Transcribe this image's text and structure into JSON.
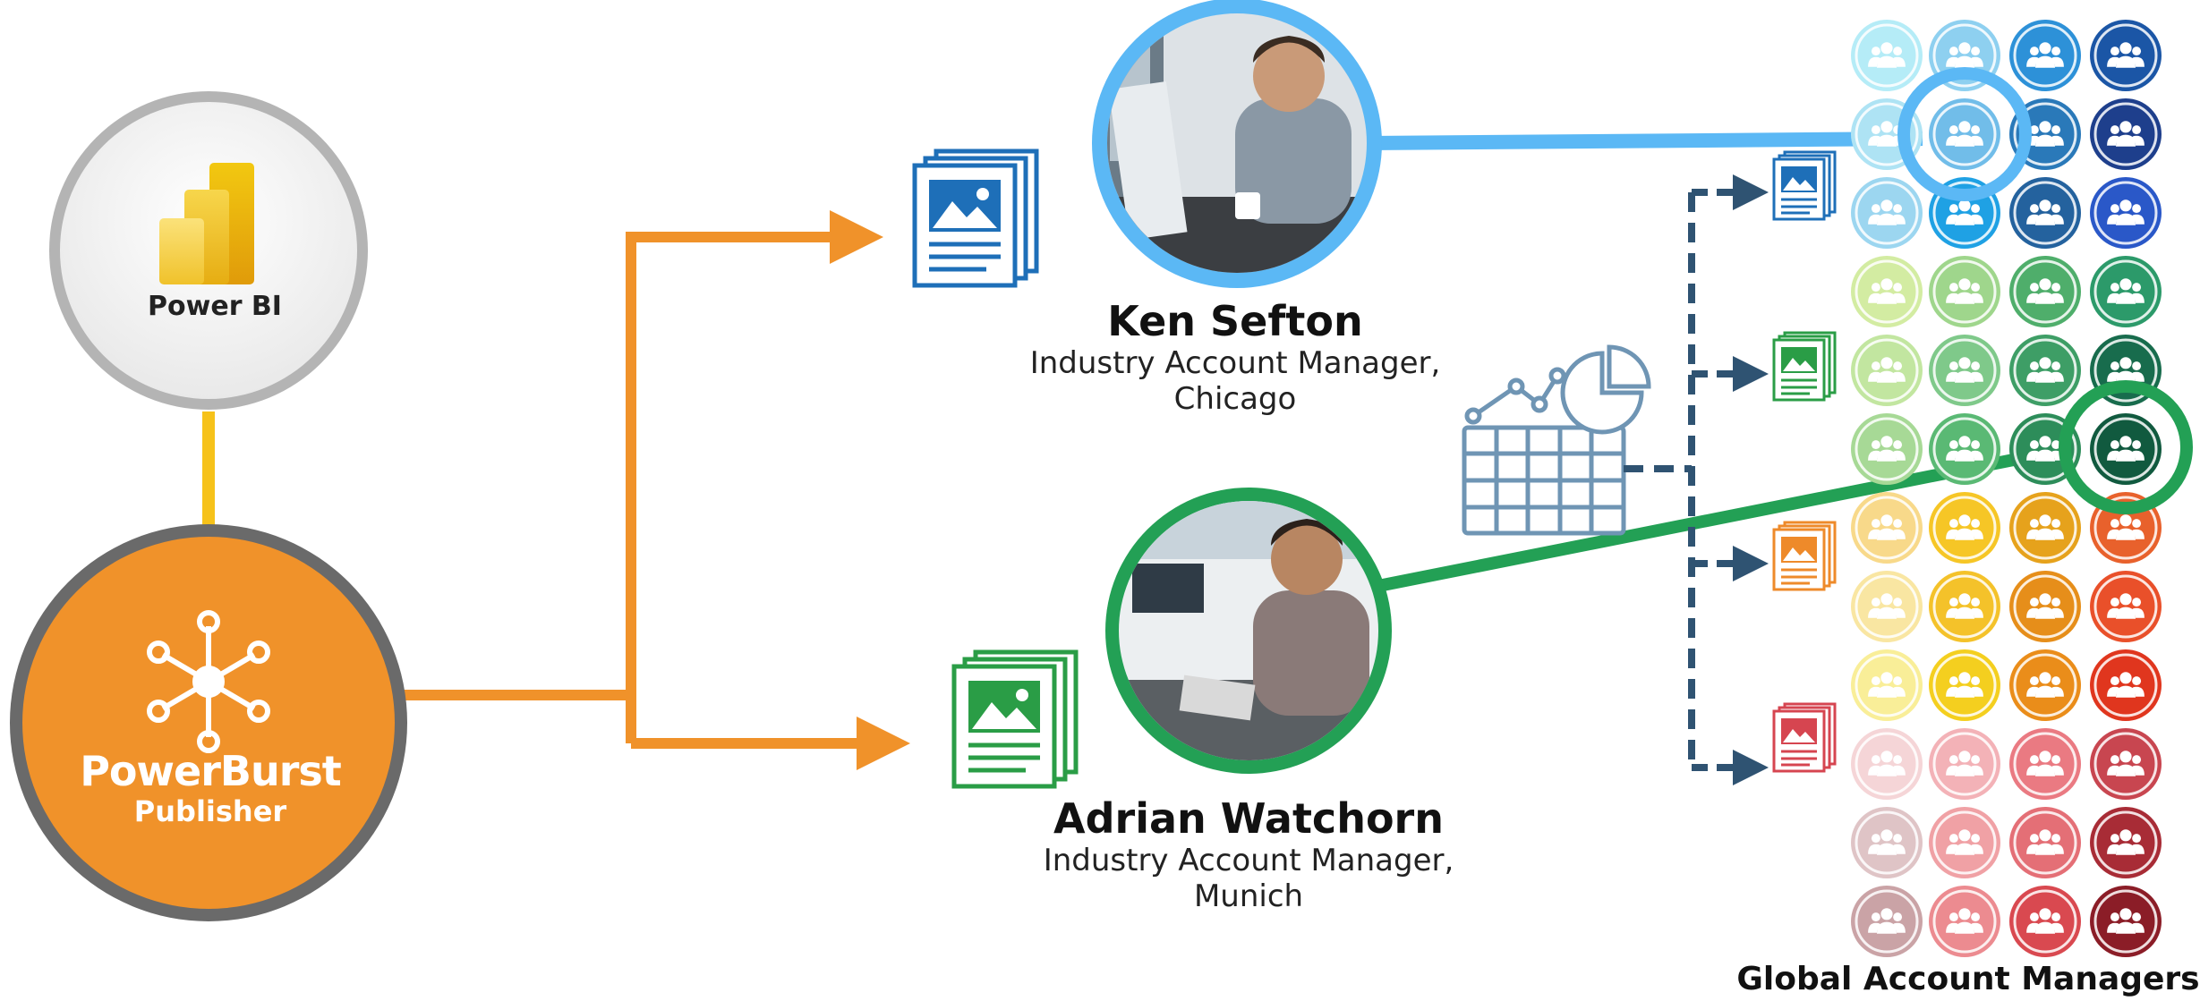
{
  "power_bi": {
    "label": "Power BI"
  },
  "publisher": {
    "title": "PowerBurst",
    "subtitle": "Publisher"
  },
  "people": [
    {
      "name": "Ken Sefton",
      "role_line1": "Industry Account Manager,",
      "role_line2": "Chicago",
      "color": "#5bb8f5"
    },
    {
      "name": "Adrian Watchorn",
      "role_line1": "Industry Account Manager,",
      "role_line2": "Munich",
      "color": "#23a055"
    }
  ],
  "grid": {
    "label": "Global Account Managers",
    "colors": [
      [
        "#b5ecf7",
        "#8ed0f0",
        "#2d91d8",
        "#1b56a6"
      ],
      [
        "#aee3f4",
        "#71bde9",
        "#2a79b9",
        "#1e3f8c"
      ],
      [
        "#9cd6f0",
        "#1fa1e4",
        "#24629e",
        "#2a58c8"
      ],
      [
        "#d3eca2",
        "#9fd68c",
        "#4fae6b",
        "#2c9a6a"
      ],
      [
        "#c2e6a0",
        "#7fc98a",
        "#3e9e66",
        "#186c4d"
      ],
      [
        "#a7d996",
        "#5ab974",
        "#2d8d5a",
        "#115a3f"
      ],
      [
        "#f8d98a",
        "#f6c626",
        "#e6a21c",
        "#e8612c"
      ],
      [
        "#f9e6a2",
        "#f4c22a",
        "#e68e1a",
        "#e9502a"
      ],
      [
        "#f9ee98",
        "#f4cf1f",
        "#ea8d1a",
        "#e0361e"
      ],
      [
        "#f5d5d7",
        "#f3b2b7",
        "#ea7a82",
        "#c84650"
      ],
      [
        "#dfc4c6",
        "#f0a1a5",
        "#e46f76",
        "#a82c36"
      ],
      [
        "#caa3a6",
        "#ec8b90",
        "#d94950",
        "#8b1d27"
      ]
    ]
  },
  "colors": {
    "orange": "#f0922a",
    "gold": "#f6c21a",
    "blue_report": "#1e6fb8",
    "green_report": "#2a9d46",
    "dash": "#2f5372"
  },
  "small_reports": [
    "#1e6fb8",
    "#2a9d46",
    "#ee8a2a",
    "#d64550"
  ]
}
